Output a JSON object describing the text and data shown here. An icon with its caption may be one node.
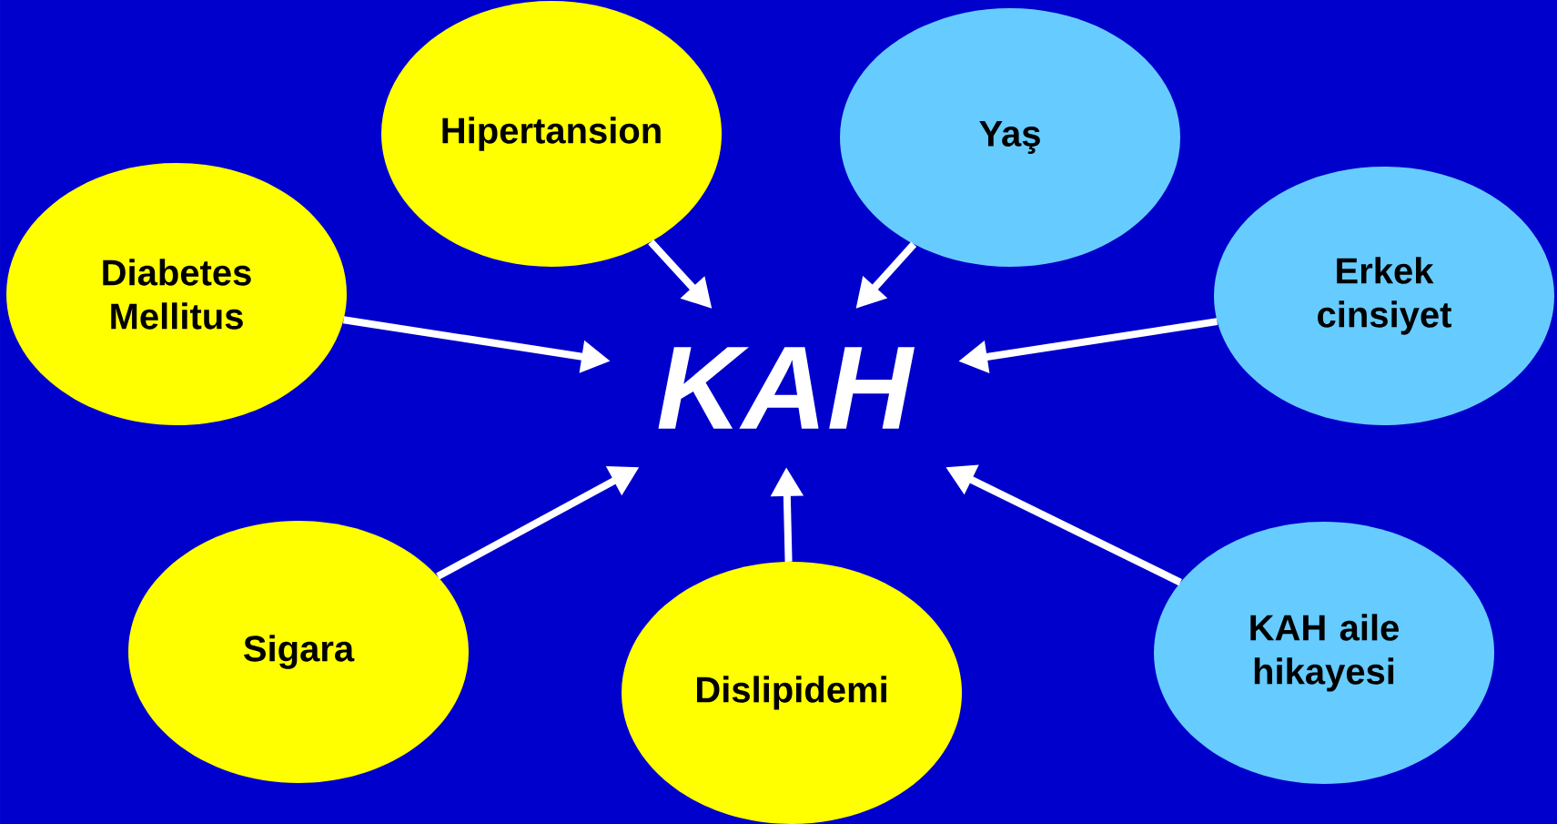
{
  "diagram": {
    "nodes": [
      {
        "text": [
          "Hipertansion"
        ]
      },
      {
        "text": [
          "Yaş"
        ]
      },
      {
        "text": [
          "Diabetes Mellitus"
        ]
      },
      {
        "text": [
          "Erkek cinsiyet"
        ]
      },
      {
        "text": [
          "KAH"
        ]
      },
      {
        "text": [
          "Sigara"
        ]
      },
      {
        "text": [
          "Dislipidemi"
        ]
      },
      {
        "text": [
          "KAH aile hikayesi"
        ]
      }
    ],
    "edges": [
      {
        "from": 0,
        "to": 4,
        "arrow": "to"
      },
      {
        "from": 1,
        "to": 4,
        "arrow": "to"
      },
      {
        "from": 2,
        "to": 4,
        "arrow": "to"
      },
      {
        "from": 3,
        "to": 4,
        "arrow": "to"
      },
      {
        "from": 5,
        "to": 4,
        "arrow": "to"
      },
      {
        "from": 6,
        "to": 4,
        "arrow": "to"
      },
      {
        "from": 7,
        "to": 4,
        "arrow": "to"
      }
    ]
  }
}
